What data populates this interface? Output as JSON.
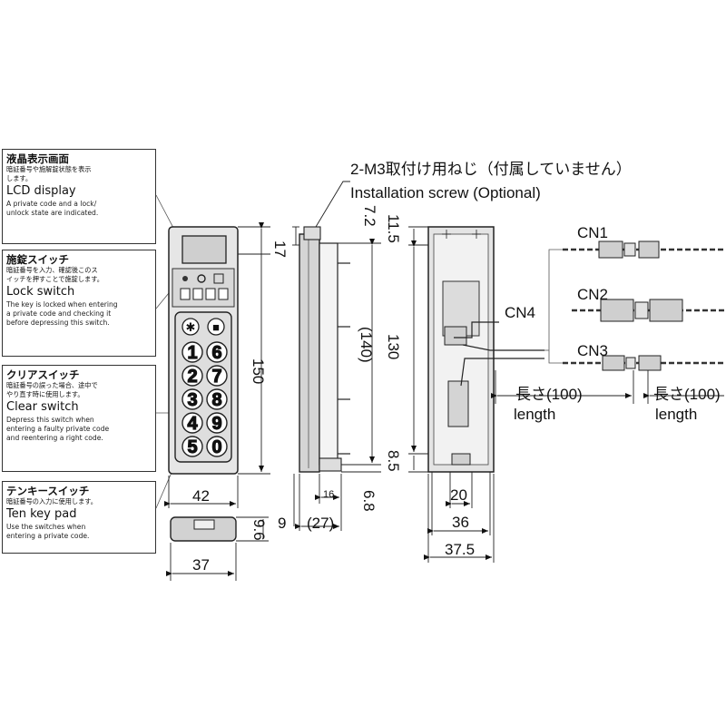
{
  "callouts": [
    {
      "jp": "液晶表示画面",
      "jp_sub": [
        "暗証番号や施解錠状態を表示",
        "します。"
      ],
      "en": "LCD display",
      "en_sub": [
        "A private code and a lock/",
        "unlock state are indicated."
      ]
    },
    {
      "jp": "施錠スイッチ",
      "jp_sub": [
        "暗証番号を入力、確認後このス",
        "イッチを押すことで施錠します。"
      ],
      "en": "Lock switch",
      "en_sub": [
        "The key is locked when entering",
        "a private code and checking it",
        "before depressing this switch."
      ]
    },
    {
      "jp": "クリアスイッチ",
      "jp_sub": [
        "暗証番号の誤った場合、途中で",
        "やり直す時に使用します。"
      ],
      "en": "Clear switch",
      "en_sub": [
        "Depress this switch when",
        "entering a faulty private code",
        "and reentering a right code."
      ]
    },
    {
      "jp": "テンキースイッチ",
      "jp_sub": [
        "暗証番号の入力に使用します。"
      ],
      "en": "Ten key pad",
      "en_sub": [
        "Use the switches when",
        "entering a private code."
      ]
    }
  ],
  "header": {
    "screw_jp": "2-M3取付け用ねじ（付属していません）",
    "screw_en": "Installation screw (Optional)"
  },
  "keypad": {
    "top_keys": [
      "✱",
      "■"
    ],
    "digits": [
      "1",
      "6",
      "2",
      "7",
      "3",
      "8",
      "4",
      "9",
      "5",
      "0"
    ]
  },
  "dimensions": {
    "front_width": "42",
    "front_height": "150",
    "front_top": "17",
    "bottom_width": "37",
    "bottom_height": "9.6",
    "side_top": "7.2",
    "side_inner": "(140)",
    "side_depth": "(27)",
    "side_16": "16",
    "side_9": "9",
    "side_68": "6.8",
    "back_top": "11.5",
    "back_130": "130",
    "back_bottom": "8.5",
    "back_20": "20",
    "back_36": "36",
    "back_375": "37.5"
  },
  "connectors": {
    "cn1": "CN1",
    "cn2": "CN2",
    "cn3": "CN3",
    "cn4": "CN4",
    "len_jp_1": "長さ(100)",
    "len_en_1": "length",
    "len_jp_2": "長さ(100)",
    "len_en_2": "length"
  }
}
